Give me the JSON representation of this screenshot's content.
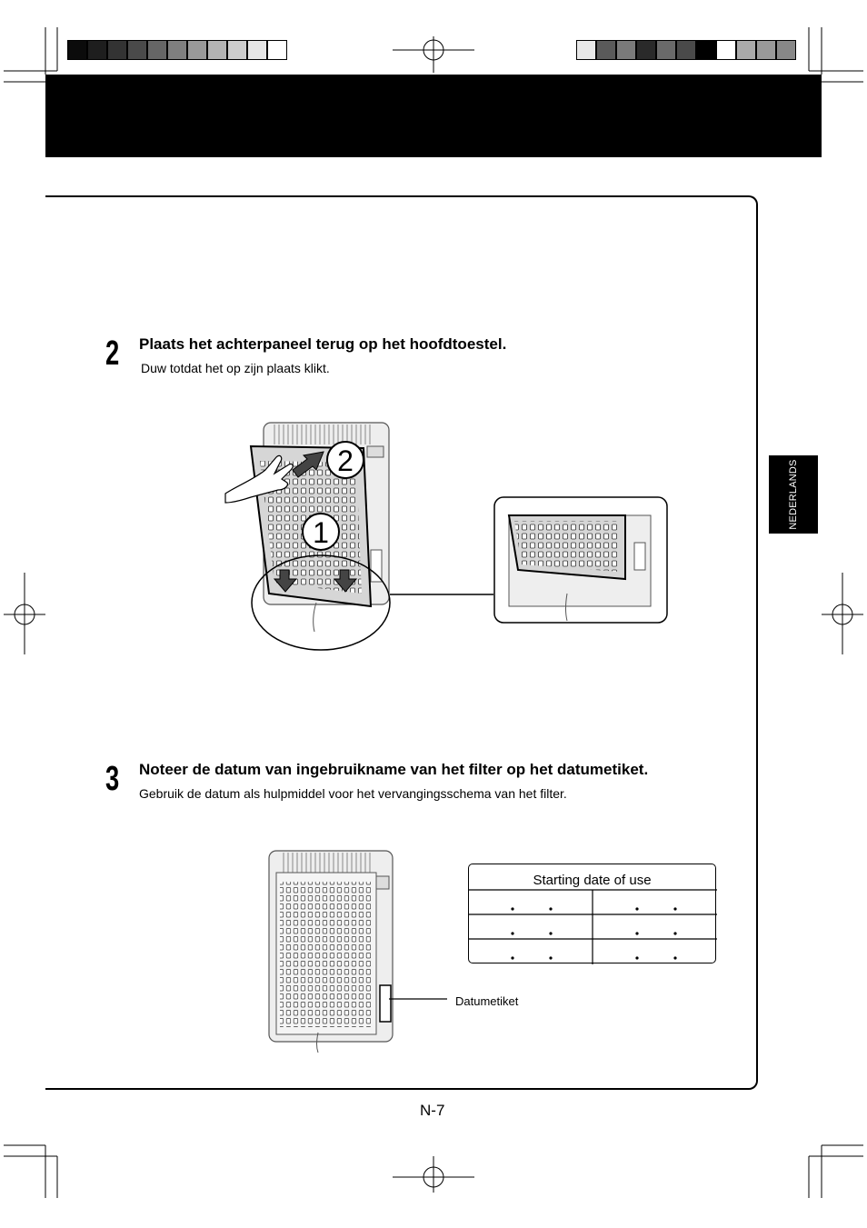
{
  "crop_marks": {
    "left_swatches": [
      "#0b0b0b",
      "#1e1e1e",
      "#333333",
      "#4a4a4a",
      "#666666",
      "#7f7f7f",
      "#999999",
      "#b3b3b3",
      "#cccccc",
      "#e6e6e6",
      "#ffffff"
    ],
    "right_swatches": [
      "#e8e8e8",
      "#5a5a5a",
      "#7a7a7a",
      "#2a2a2a",
      "#6a6a6a",
      "#4a4a4a",
      "#000000",
      "#ffffff",
      "#aaaaaa",
      "#999999",
      "#888888"
    ]
  },
  "language_tab": {
    "label": "NEDERLANDS"
  },
  "step2": {
    "number": "2",
    "title": "Plaats het achterpaneel terug op het hoofdtoestel.",
    "description": "Duw totdat het op zijn plaats klikt.",
    "callouts": [
      "1",
      "2"
    ]
  },
  "step3": {
    "number": "3",
    "title": "Noteer de datum van ingebruikname van het filter op het datumetiket.",
    "description": "Gebruik de datum als hulpmiddel voor het vervangingsschema van het filter.",
    "callout_label": "Datumetiket",
    "date_label": {
      "title": "Starting date of use",
      "rows": 3,
      "columns": 2
    }
  },
  "footer": {
    "page_number": "N-7"
  }
}
